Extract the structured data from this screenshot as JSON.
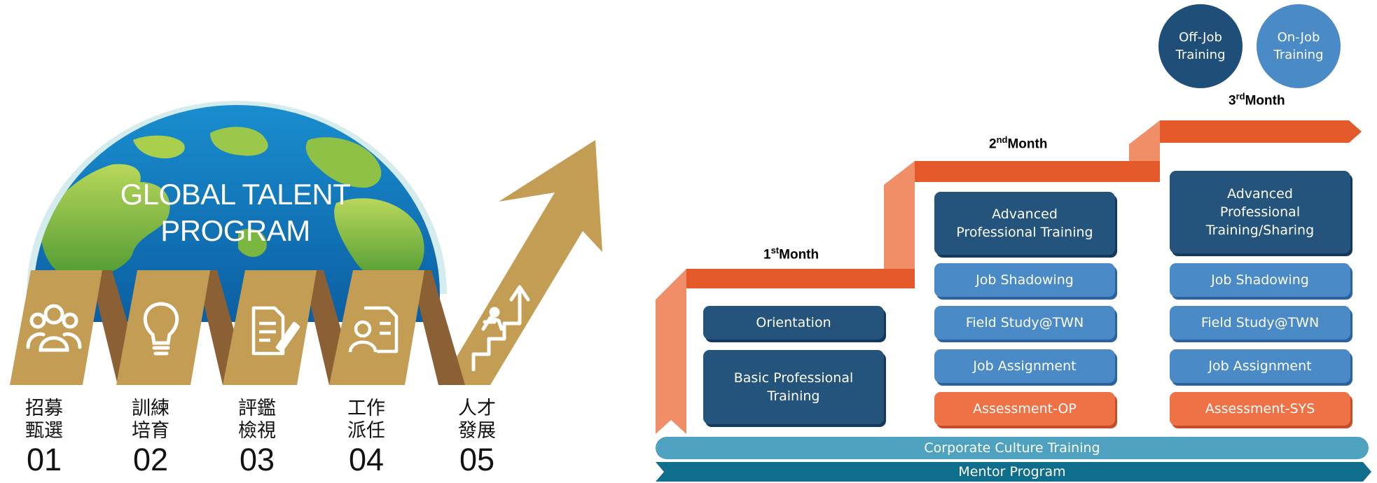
{
  "globe": {
    "title_line1": "GLOBAL TALENT",
    "title_line2": "PROGRAM"
  },
  "steps": [
    {
      "cn_line1": "招募",
      "cn_line2": "甄選",
      "num": "01",
      "icon": "people-group-icon"
    },
    {
      "cn_line1": "訓練",
      "cn_line2": "培育",
      "num": "02",
      "icon": "lightbulb-icon"
    },
    {
      "cn_line1": "評鑑",
      "cn_line2": "檢視",
      "num": "03",
      "icon": "document-pen-icon"
    },
    {
      "cn_line1": "工作",
      "cn_line2": "派任",
      "num": "04",
      "icon": "person-card-icon"
    },
    {
      "cn_line1": "人才",
      "cn_line2": "發展",
      "num": "05",
      "icon": "climbing-stairs-icon"
    }
  ],
  "legend": {
    "off_job": "Off-Job Training",
    "on_job": "On-Job Training",
    "off_job_color": "#1f4e79",
    "on_job_color": "#4a8ac6"
  },
  "months": {
    "m1_num": "1",
    "m1_sup": "st",
    "m1_word": "Month",
    "m2_num": "2",
    "m2_sup": "nd",
    "m2_word": "Month",
    "m3_num": "3",
    "m3_sup": "rd",
    "m3_word": "Month"
  },
  "month1": {
    "orientation": "Orientation",
    "basic": "Basic Professional Training"
  },
  "month2": {
    "advanced": "Advanced Professional Training",
    "shadowing": "Job Shadowing",
    "field": "Field Study@TWN",
    "assignment": "Job Assignment",
    "assessment": "Assessment-OP"
  },
  "month3": {
    "advanced": "Advanced Professional Training/Sharing",
    "shadowing": "Job Shadowing",
    "field": "Field Study@TWN",
    "assignment": "Job Assignment",
    "assessment": "Assessment-SYS"
  },
  "bands": {
    "culture": "Corporate Culture Training",
    "mentor": "Mentor Program"
  },
  "colors": {
    "gold": "#c49d55",
    "gold_dark": "#8a6034",
    "ribbon_orange": "#e3592a",
    "ribbon_light": "#f08e67",
    "culture_band": "#4ea2c0",
    "mentor_band": "#0f6e8c"
  }
}
